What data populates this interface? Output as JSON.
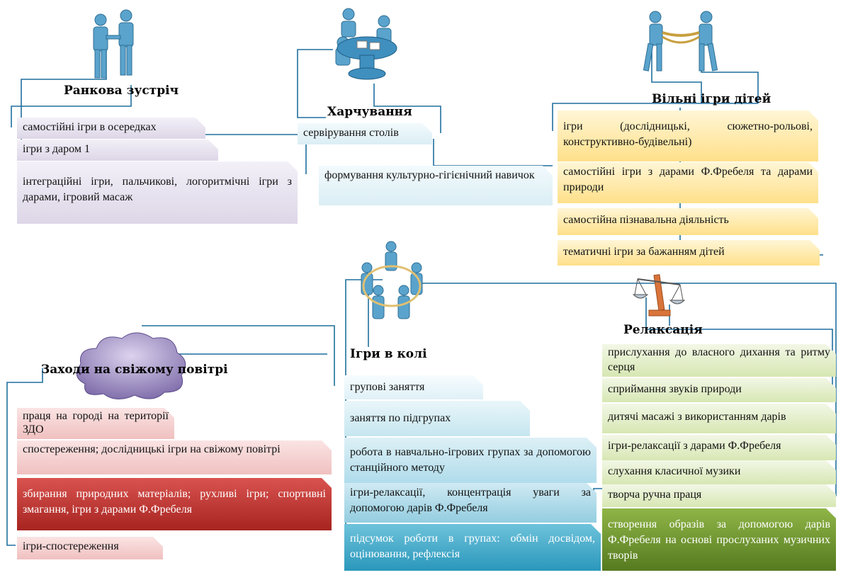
{
  "sections": {
    "morning": {
      "title": "Ранкова зустріч",
      "items": [
        "самостійні ігри в осередках",
        "ігри з даром 1",
        "інтеграційні ігри, пальчикові, логоритмічні ігри з дарами, ігровий масаж"
      ]
    },
    "food": {
      "title": "Харчування",
      "items": [
        "сервірування столів",
        "формування культурно-гігієнічний навичок"
      ]
    },
    "free": {
      "title": "Вільні ігри дітей",
      "items": [
        "ігри (дослідницькі, сюжетно-рольові, конструктивно-будівельні)",
        "самостійні ігри з дарами Ф.Фребеля та дарами природи",
        "самостійна пізнавальна діяльність",
        "тематичні ігри за бажанням дітей"
      ]
    },
    "outdoor": {
      "title": "Заходи на свіжому повітрі",
      "items": [
        "праця на городі на території ЗДО",
        "спостереження; дослідницькі ігри на свіжому повітрі",
        "збирання природних матеріалів; рухливі ігри; спортивні змагання, ігри з дарами Ф.Фребеля",
        "ігри-спостереження"
      ]
    },
    "circle": {
      "title": "Ігри в колі",
      "items": [
        "групові заняття",
        "заняття по підгрупах",
        "робота в навчально-ігрових групах за допомогою станційного методу",
        "ігри-релаксації, концентрація уваги за допомогою дарів Ф.Фребеля",
        "підсумок роботи в групах: обмін досвідом, оцінювання, рефлексія"
      ]
    },
    "relax": {
      "title": "Релаксація",
      "items": [
        "прислухання до власного дихання та ритму серця",
        "сприймання звуків природи",
        "дитячі масажі з використанням дарів",
        "ігри-релаксації з дарами Ф.Фребеля",
        "слухання класичної музики",
        "творча ручна праця",
        "створення образів за допомогою дарів Ф.Фребеля на основі прослуханих музичних творів"
      ]
    }
  },
  "icons": [
    "handshake-icon",
    "meeting-table-icon",
    "tug-of-war-icon",
    "people-circle-icon",
    "cloud-icon",
    "scales-icon"
  ],
  "colors": {
    "connector": "#1f6f9f",
    "morning": "#ddd6e7",
    "food": "#dbeef4",
    "free": "#ffe08a",
    "outdoor": "#f0c0c0",
    "outdoor_dark": "#a62420",
    "circle": "#93cde0",
    "circle_dark": "#2a97bb",
    "relax": "#d7e7b3",
    "relax_dark": "#557a1f"
  }
}
